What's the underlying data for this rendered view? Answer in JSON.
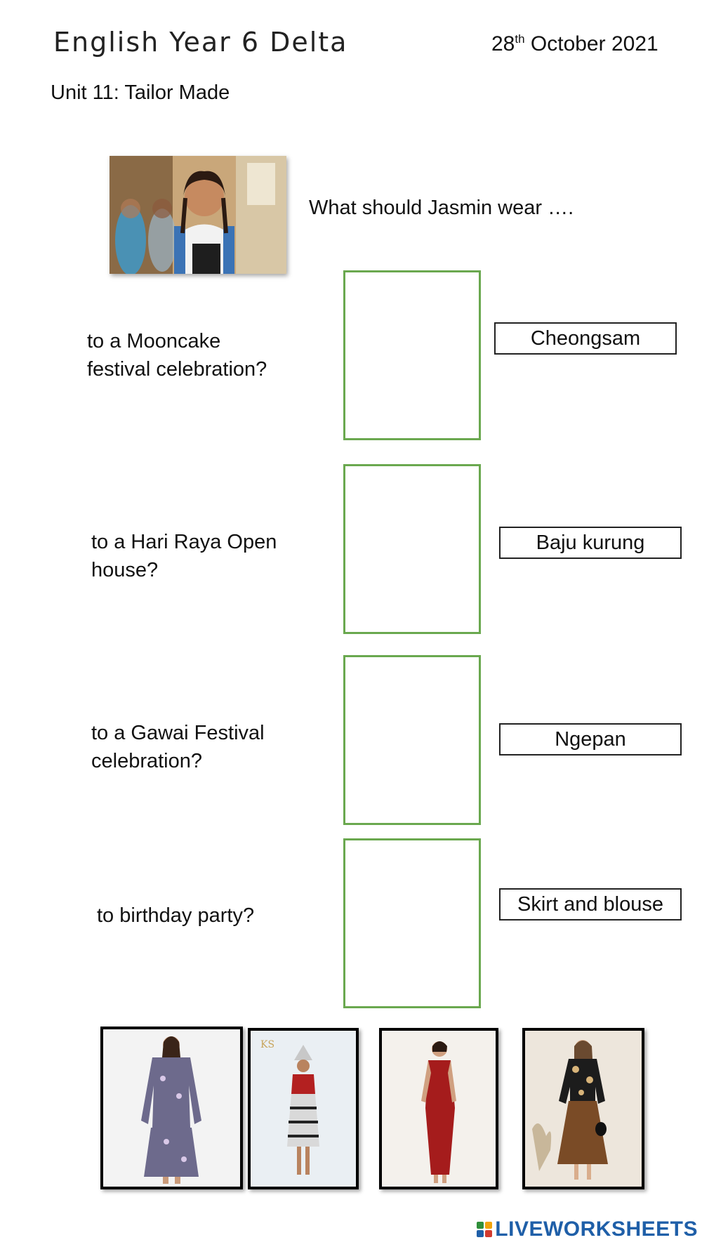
{
  "header": {
    "title": "English Year 6 Delta",
    "date_day": "28",
    "date_suffix": "th",
    "date_rest": " October 2021",
    "unit": "Unit 11: Tailor Made"
  },
  "prompt": "What should Jasmin wear ….",
  "questions": [
    {
      "line1": "to a Mooncake",
      "line2": "festival celebration?"
    },
    {
      "line1": "to a Hari Raya Open",
      "line2": "house?"
    },
    {
      "line1": "to a Gawai Festival",
      "line2": "celebration?"
    },
    {
      "line1": "to birthday party?",
      "line2": ""
    }
  ],
  "word_bank": [
    "Cheongsam",
    "Baju kurung",
    "Ngepan",
    "Skirt and blouse"
  ],
  "photo_watermark": "KS",
  "footer": {
    "brand": "LIVEWORKSHEETS"
  },
  "colors": {
    "dropzone_border": "#6aa84f",
    "brand": "#1f5fa8"
  }
}
